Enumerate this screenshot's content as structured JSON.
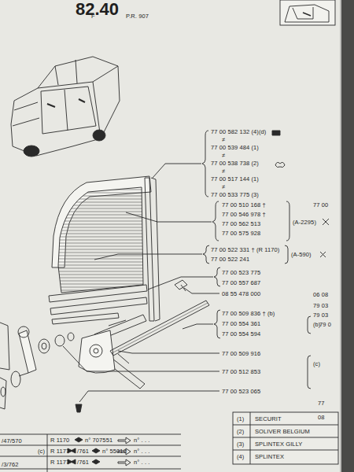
{
  "diagram": {
    "title": "82.40",
    "labels": [
      "F",
      "P.R. 907",
      "77 00 582 132 (4)(d)",
      "≠",
      "77 00 539 484 (1)",
      "≠",
      "77 00 538 738 (2)",
      "≠",
      "77 00 517 144 (1)",
      "≠",
      "77 00 533 775 (3)",
      "77 00 510 168 †",
      "77 00 546 978 †",
      "77 00 562 513",
      "77 00 575 928",
      "(A-2295)",
      "77 00 522 331 † (R 1170)",
      "77 00 522 241",
      "(A-590)",
      "77 00 523 775",
      "77 00 557 687",
      "08 55 478 000",
      "77 00 509 836 † (b)",
      "77 00 554 361",
      "77 00 554 594",
      "77 00 509 916",
      "77 00 512 853",
      "77 00 523 065",
      "(1)",
      "SECURIT",
      "(2)",
      "SOLIVER BELGIUM",
      "(3)",
      "SPLINTEX GILLY",
      "(4)",
      "SPLINTEX",
      "R 1170",
      "n° 707551",
      "n° . . .",
      "(c)",
      "R 1177",
      "/761",
      "n° 55010",
      "n° . . .",
      "R 1177",
      "/761",
      "n° . . .",
      "/47/570",
      "/3/762",
      "77 00",
      "06 08",
      "79 03",
      "79 03",
      "(b)",
      "79 0",
      "(c)",
      "77",
      "08"
    ]
  }
}
